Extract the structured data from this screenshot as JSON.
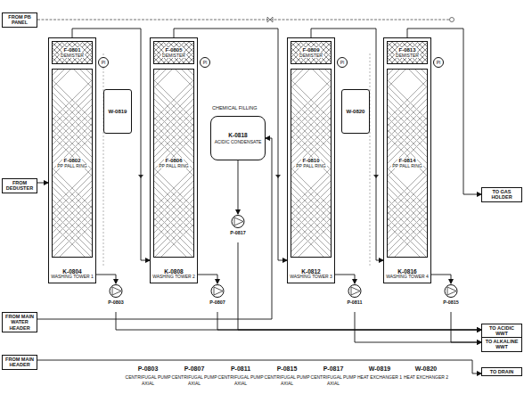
{
  "diagram": {
    "nodes": [
      {
        "text": [
          "FROM PB PANEL"
        ]
      },
      {
        "text": [
          "K-0804",
          "WASHING TOWER 1"
        ]
      },
      {
        "text": [
          "F-0801",
          "DEMISTER"
        ],
        "in": 1
      },
      {
        "text": [
          "F-0802",
          "PP PALL RING"
        ],
        "in": 1
      },
      {
        "text": [
          "W-0819"
        ]
      },
      {
        "text": [
          "K-0808",
          "WASHING TOWER 2"
        ]
      },
      {
        "text": [
          "F-0805",
          "DEMISTER"
        ],
        "in": 5
      },
      {
        "text": [
          "F-0806",
          "PP PALL RING"
        ],
        "in": 5
      },
      {
        "text": [
          "K-0818",
          "ACIDIC CONDENSATE"
        ]
      },
      {
        "text": [
          "K-0812",
          "WASHING TOWER 3"
        ]
      },
      {
        "text": [
          "F-0809",
          "DEMISTER"
        ],
        "in": 9
      },
      {
        "text": [
          "F-0810",
          "PP PALL RING"
        ],
        "in": 9
      },
      {
        "text": [
          "W-0820"
        ]
      },
      {
        "text": [
          "K-0816",
          "WASHING TOWER 4"
        ]
      },
      {
        "text": [
          "F-0813",
          "DEMISTER"
        ],
        "in": 13
      },
      {
        "text": [
          "F-0814",
          "PP PALL RING"
        ],
        "in": 13
      },
      {
        "text": [
          "P-0803"
        ]
      },
      {
        "text": [
          "P-0807"
        ]
      },
      {
        "text": [
          "P-0817"
        ]
      },
      {
        "text": [
          "P-0811"
        ]
      },
      {
        "text": [
          "P-0815"
        ]
      },
      {
        "text": [
          "FROM DEDUSTER"
        ]
      },
      {
        "text": [
          "TO GAS HOLDER"
        ]
      },
      {
        "text": [
          "FROM MAIN WATER HEADER"
        ]
      },
      {
        "text": [
          "TO ACIDIC WWT"
        ]
      },
      {
        "text": [
          "TO ALKALINE WWT"
        ]
      },
      {
        "text": [
          "FROM MAIN HEADER"
        ]
      },
      {
        "text": [
          "TO DRAIN"
        ]
      }
    ],
    "edges": [
      {
        "from": 21,
        "to": 1,
        "arrow": "to"
      },
      {
        "from": 1,
        "to": 5,
        "arrow": "to"
      },
      {
        "from": 5,
        "to": 9,
        "arrow": "to"
      },
      {
        "from": 9,
        "to": 13,
        "arrow": "to"
      },
      {
        "from": 13,
        "to": 22,
        "arrow": "to"
      },
      {
        "from": 1,
        "to": 16,
        "arrow": "to"
      },
      {
        "from": 5,
        "to": 17,
        "arrow": "to"
      },
      {
        "from": 9,
        "to": 19,
        "arrow": "to"
      },
      {
        "from": 13,
        "to": 20,
        "arrow": "to"
      },
      {
        "from": 8,
        "to": 18,
        "arrow": "to"
      },
      {
        "from": 16,
        "to": 24,
        "arrow": "to"
      },
      {
        "from": 17,
        "to": 24,
        "arrow": "to"
      },
      {
        "from": 18,
        "to": 24,
        "arrow": "to"
      },
      {
        "from": 19,
        "to": 25,
        "arrow": "to"
      },
      {
        "from": 20,
        "to": 25,
        "arrow": "to"
      },
      {
        "from": 23,
        "to": 8,
        "arrow": "to"
      },
      {
        "from": 26,
        "to": 27,
        "arrow": "to"
      }
    ],
    "labels": [
      "PI",
      "PI",
      "PI",
      "PI",
      "CHEMICAL FILLING",
      "P-0803",
      "CENTRIFUGAL PUMP",
      "AXIAL",
      "P-0807",
      "CENTRIFUGAL PUMP",
      "AXIAL",
      "P-0811",
      "CENTRIFUGAL PUMP",
      "AXIAL",
      "P-0815",
      "CENTRIFUGAL PUMP",
      "AXIAL",
      "P-0817",
      "CENTRIFUGAL PUMP",
      "AXIAL",
      "W-0819",
      "HEAT EXCHANGER 1",
      "W-0820",
      "HEAT EXCHANGER 2"
    ]
  }
}
